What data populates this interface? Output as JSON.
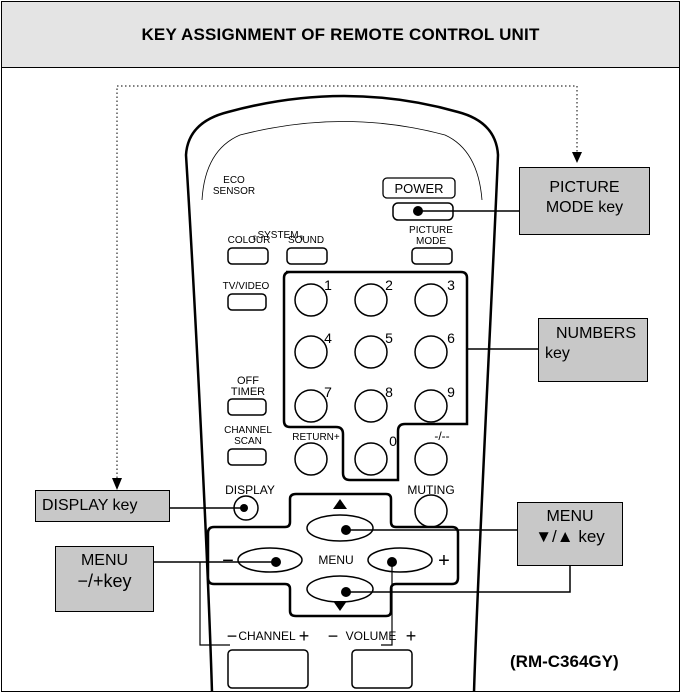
{
  "header": {
    "title": "KEY ASSIGNMENT OF REMOTE CONTROL UNIT"
  },
  "remote": {
    "eco_line1": "ECO",
    "eco_line2": "SENSOR",
    "power": "POWER",
    "system": "SYSTEM",
    "colour": "COLOUR",
    "sound": "SOUND",
    "picture_line1": "PICTURE",
    "picture_line2": "MODE",
    "tv_video": "TV/VIDEO",
    "numbers": [
      "1",
      "2",
      "3",
      "4",
      "5",
      "6",
      "7",
      "8",
      "9"
    ],
    "zero": "0",
    "dash": "-/--",
    "return": "RETURN+",
    "off_line1": "OFF",
    "off_line2": "TIMER",
    "channel_line1": "CHANNEL",
    "channel_line2": "SCAN",
    "display": "DISPLAY",
    "muting": "MUTING",
    "menu": "MENU",
    "minus": "−",
    "plus": "+",
    "channel_bottom": "CHANNEL",
    "volume_bottom": "VOLUME"
  },
  "callouts": {
    "picture_mode_line1": "PICTURE",
    "picture_mode_line2": "MODE key",
    "numbers_line1": "NUMBERS",
    "numbers_line2": "key",
    "display": "DISPLAY key",
    "menu_updown_line1": "MENU",
    "menu_updown_line2": "▼/▲  key",
    "menu_lr_line1": "MENU",
    "menu_lr_line2": "−/+key"
  },
  "model": "(RM-C364GY)",
  "colors": {
    "callout_bg": "#c8c8c8",
    "header_bg": "#e4e4e4",
    "line": "#000000"
  }
}
